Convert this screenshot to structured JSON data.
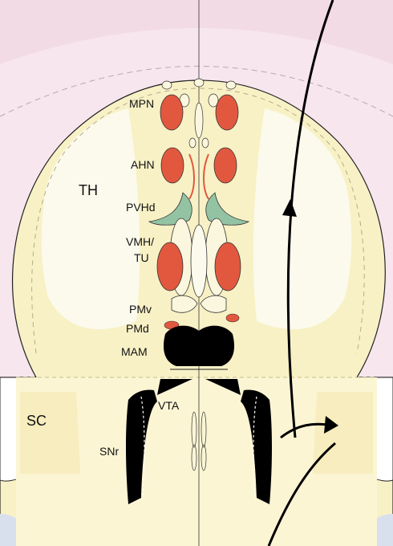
{
  "labels": {
    "mpn": "MPN",
    "ahn": "AHN",
    "pvhd": "PVHd",
    "vmh_line1": "VMH/",
    "vmh_line2": "TU",
    "pmv": "PMv",
    "pmd": "PMd",
    "mam": "MAM",
    "vta": "VTA",
    "snr": "SNr",
    "th": "TH",
    "sc": "SC"
  },
  "colors": {
    "outer_pink": "#f3dbe6",
    "inner_pink": "#f7e6ee",
    "brain_yellow": "#f8f1c6",
    "pale_yellow": "#fbf7de",
    "cream": "#fcfaec",
    "red_nucleus": "#e2583f",
    "green_nucleus": "#93c3a3",
    "black_region": "#000000",
    "blue_corner": "#d8e0ee"
  },
  "icons": {
    "pathway_arrows": "curved-arrow"
  }
}
